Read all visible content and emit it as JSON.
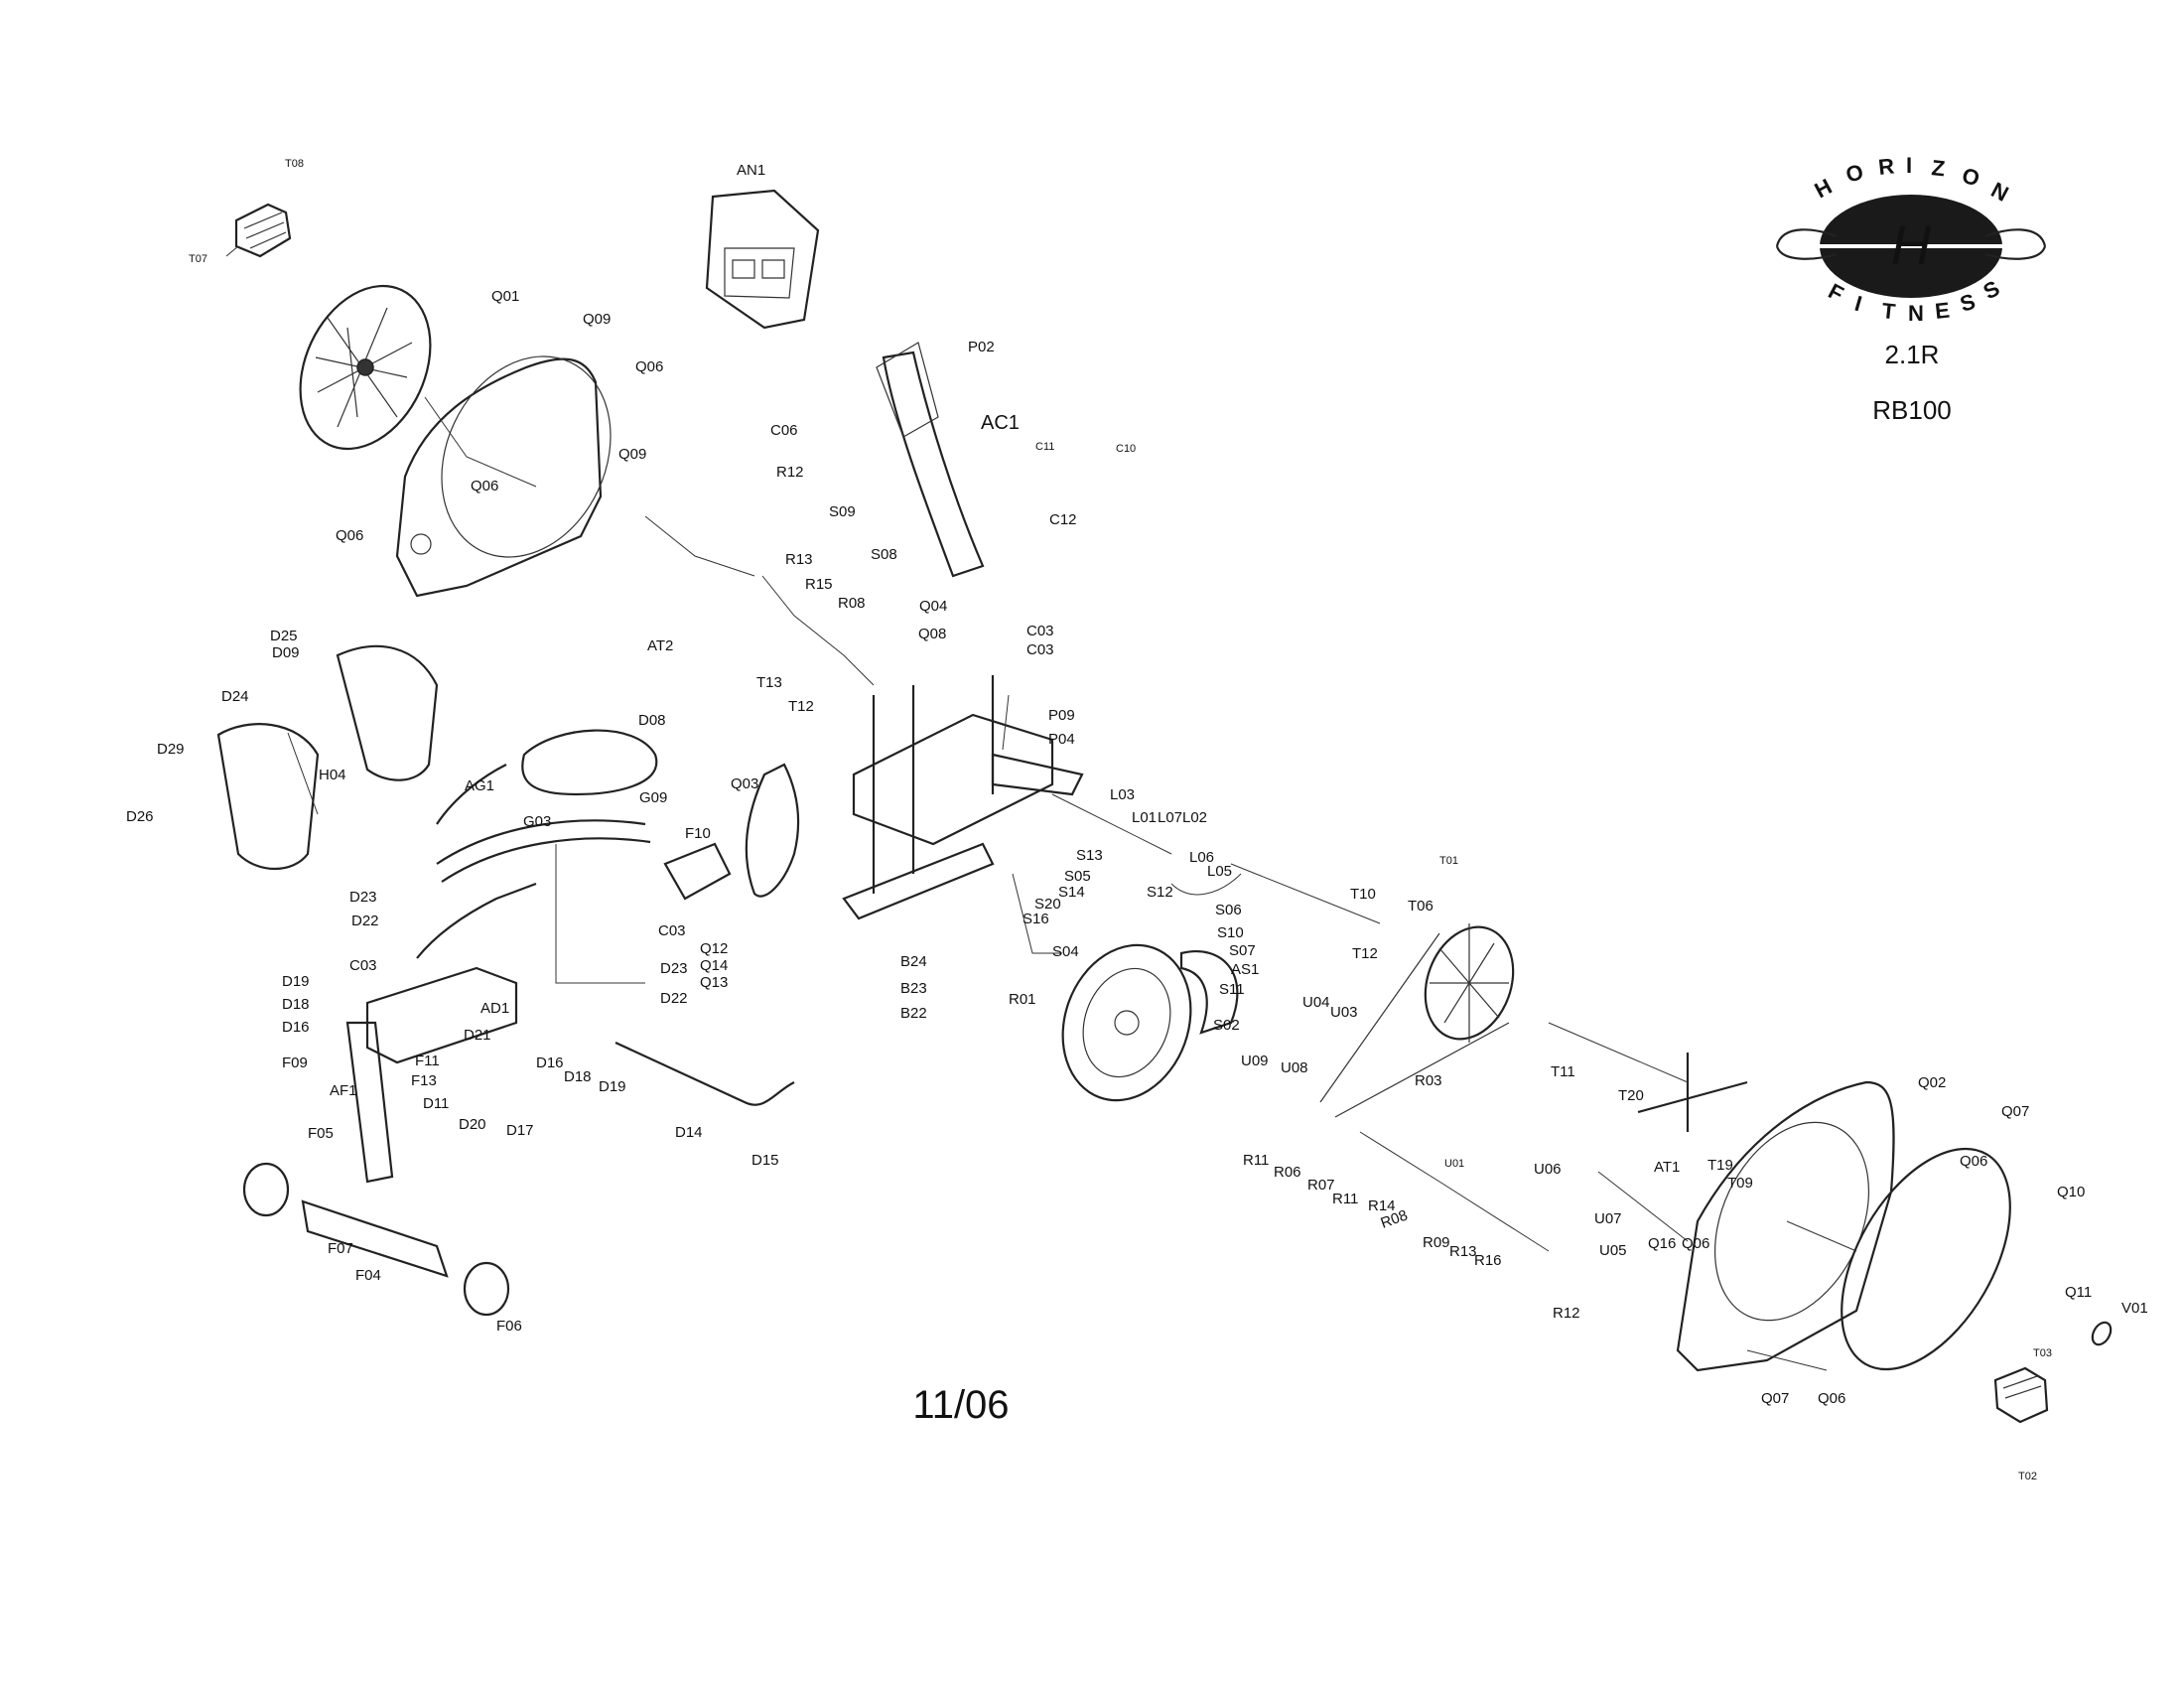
{
  "brand": {
    "arc_top": [
      "H",
      "O",
      "R",
      "I",
      "Z",
      "O",
      "N"
    ],
    "arc_bottom": [
      "F",
      "I",
      "T",
      "N",
      "E",
      "S",
      "S"
    ],
    "logo_letter": "H",
    "model_line1": "2.1R",
    "model_line2": "RB100"
  },
  "date": "11/06",
  "colors": {
    "ink": "#111111",
    "logo_fill": "#1a1a1a"
  },
  "labels": {
    "T08": "T08",
    "T07": "T07",
    "AN1": "AN1",
    "Q01": "Q01",
    "Q09a": "Q09",
    "Q06a": "Q06",
    "Q06b": "Q06",
    "Q06c": "Q06",
    "Q09b": "Q09",
    "P02": "P02",
    "AC1": "AC1",
    "C06": "C06",
    "R12a": "R12",
    "S09": "S09",
    "R13a": "R13",
    "R15": "R15",
    "S08": "S08",
    "R08a": "R08",
    "C11": "C11",
    "C10": "C10",
    "C12": "C12",
    "Q04": "Q04",
    "AT2": "AT2",
    "T13": "T13",
    "T12a": "T12",
    "Q08": "Q08",
    "C03a": "C03",
    "C03b": "C03",
    "P09": "P09",
    "P04": "P04",
    "D25": "D25",
    "D09": "D09",
    "D24": "D24",
    "D29": "D29",
    "H04": "H04",
    "D26": "D26",
    "D08": "D08",
    "AG1": "AG1",
    "G03": "G03",
    "G09": "G09",
    "F10": "F10",
    "Q03": "Q03",
    "L03": "L03",
    "L01": "L01",
    "L07": "L07",
    "L02": "L02",
    "S13": "S13",
    "S05": "S05",
    "S14": "S14",
    "S20": "S20",
    "S16": "S16",
    "S12": "S12",
    "L06": "L06",
    "L05": "L05",
    "S06": "S06",
    "S10": "S10",
    "S07": "S07",
    "AS1": "AS1",
    "S11": "S11",
    "S04": "S04",
    "S02": "S02",
    "T01": "T01",
    "T10": "T10",
    "T06": "T06",
    "T12b": "T12",
    "D23a": "D23",
    "D22a": "D22",
    "C03c": "C03",
    "D19a": "D19",
    "D18a": "D18",
    "D16a": "D16",
    "F09": "F09",
    "AD1": "AD1",
    "D21": "D21",
    "C03d": "C03",
    "D23b": "D23",
    "D22b": "D22",
    "Q12": "Q12",
    "Q14": "Q14",
    "Q13": "Q13",
    "B24": "B24",
    "B23": "B23",
    "B22": "B22",
    "R01": "R01",
    "U04": "U04",
    "U03": "U03",
    "U09": "U09",
    "U08": "U08",
    "R03": "R03",
    "T11": "T11",
    "AF1": "AF1",
    "F11": "F11",
    "F13": "F13",
    "D11": "D11",
    "D20": "D20",
    "D17": "D17",
    "D16b": "D16",
    "D18b": "D18",
    "D19b": "D19",
    "D14": "D14",
    "D15": "D15",
    "F05": "F05",
    "F07": "F07",
    "F04": "F04",
    "F06": "F06",
    "R11a": "R11",
    "R06": "R06",
    "R07": "R07",
    "R11b": "R11",
    "U01": "U01",
    "U06": "U06",
    "U07": "U07",
    "U05": "U05",
    "R14": "R14",
    "R08b": "R08",
    "R09": "R09",
    "R13b": "R13",
    "R16": "R16",
    "R12b": "R12",
    "T20": "T20",
    "AT1": "AT1",
    "T19": "T19",
    "T09": "T09",
    "Q02": "Q02",
    "Q07a": "Q07",
    "Q06d": "Q06",
    "Q10": "Q10",
    "Q16": "Q16",
    "Q06e": "Q06",
    "Q11": "Q11",
    "V01": "V01",
    "T03": "T03",
    "T02": "T02",
    "Q07b": "Q07",
    "Q06f": "Q06"
  }
}
